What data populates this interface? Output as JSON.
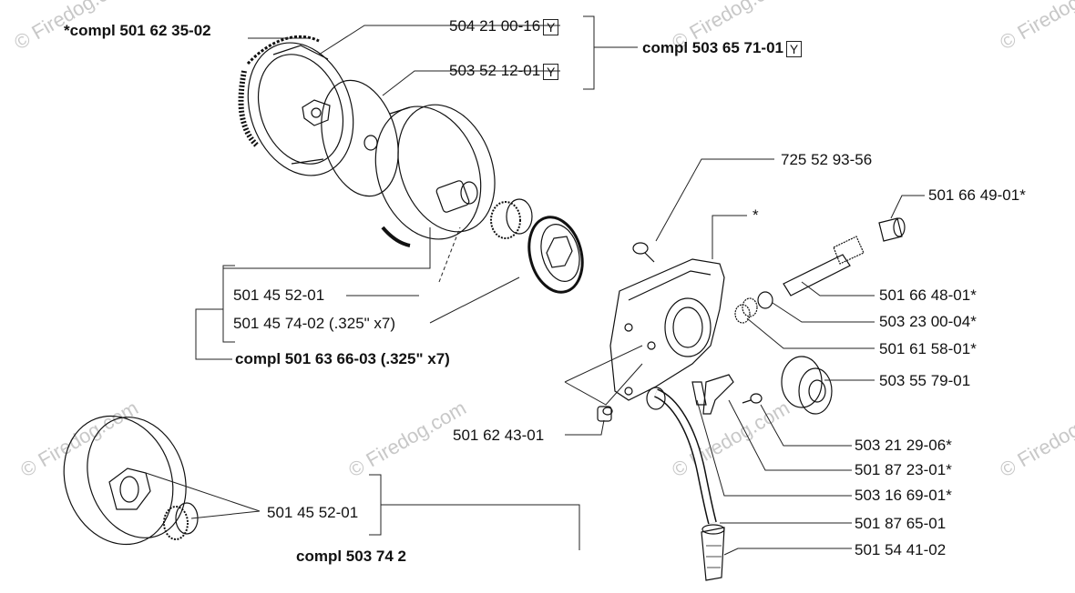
{
  "watermark": "© Firedog.com",
  "labels": {
    "compl_501_62_35_02": "*compl 501 62 35-02",
    "p504_21_00_16": "504 21 00-16",
    "p503_52_12_01": "503 52 12-01",
    "compl_503_65_71_01": "compl 503 65 71-01",
    "y_mark": "Y",
    "p725_52_93_56": "725 52 93-56",
    "star": "*",
    "p501_66_49_01": "501 66 49-01*",
    "p501_66_48_01": "501 66 48-01*",
    "p503_23_00_04": "503 23 00-04*",
    "p501_61_58_01": "501 61 58-01*",
    "p503_55_79_01": "503 55 79-01",
    "p501_45_52_01_top": "501 45 52-01",
    "p501_45_74_02": "501 45 74-02 (.325\" x7)",
    "compl_501_63_66_03": "compl 501 63 66-03 (.325\" x7)",
    "p501_62_43_01": "501 62 43-01",
    "p503_21_29_06": "503 21 29-06*",
    "p501_87_23_01": "501 87 23-01*",
    "p503_16_69_01": "503 16 69-01*",
    "p501_87_65_01": "501 87 65-01",
    "p501_54_41_02": "501 54 41-02",
    "p501_45_52_01_bottom": "501 45 52-01",
    "compl_503_74": "compl 503 74 2"
  }
}
